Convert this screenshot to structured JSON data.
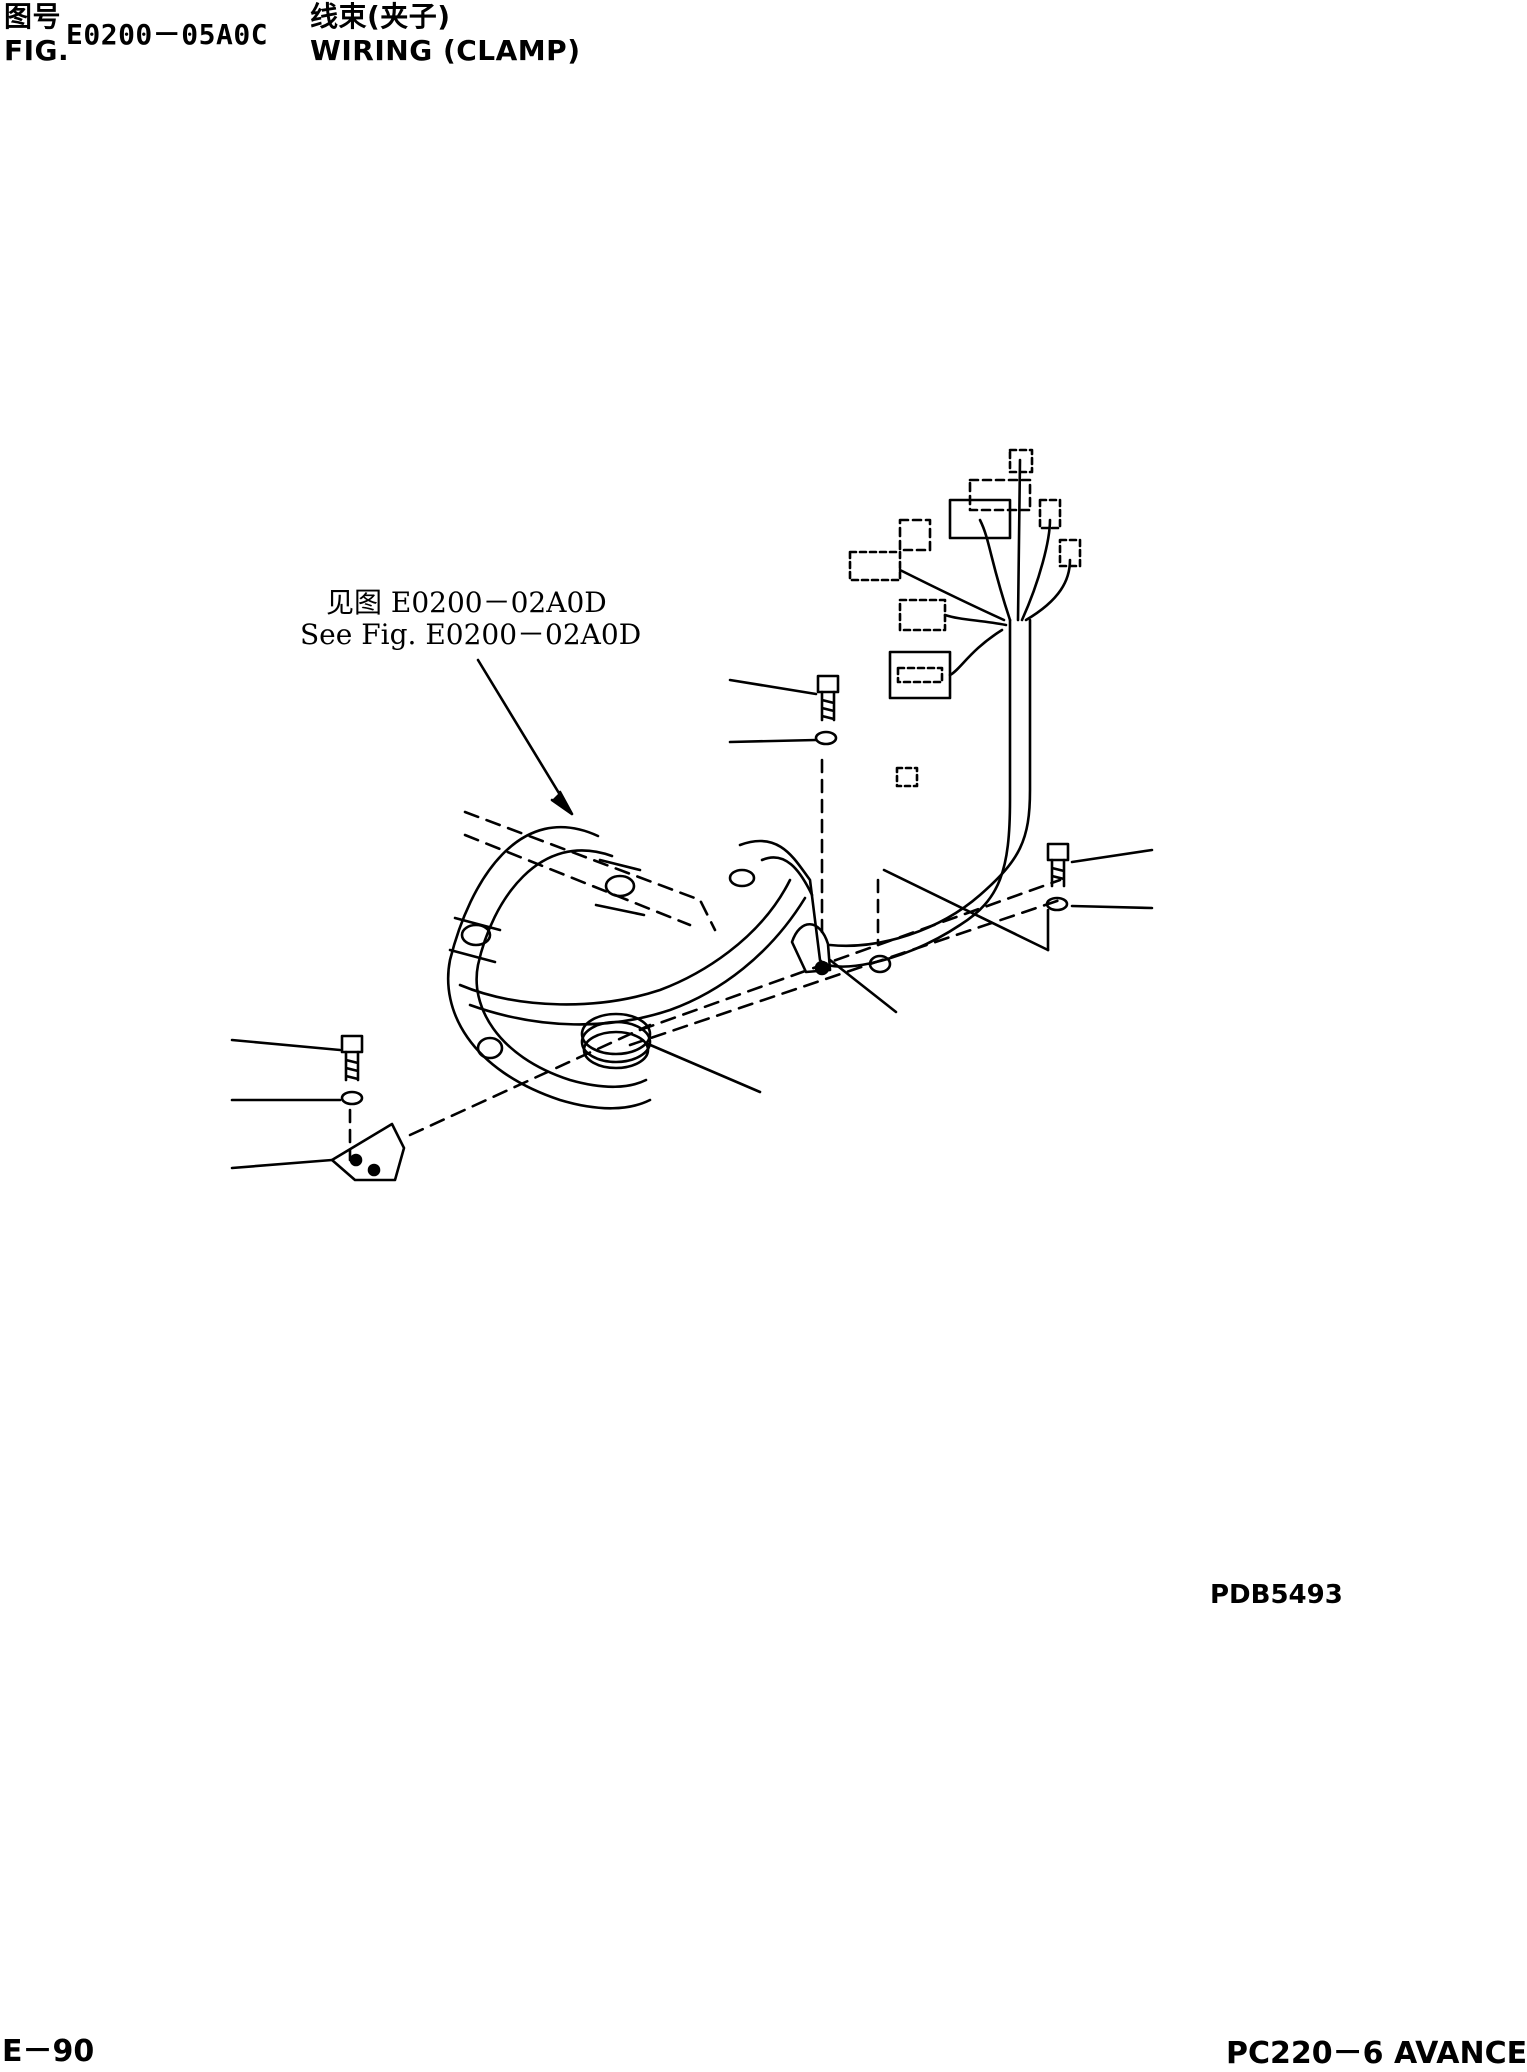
{
  "header": {
    "fig_label_cn": "图号",
    "fig_label_en": "FIG.",
    "fig_number": "E0200－05A0C",
    "title_cn": "线束(夹子)",
    "title_en": "WIRING (CLAMP)"
  },
  "note": {
    "line_cn": "见图 E0200－02A0D",
    "line_en": "See Fig. E0200－02A0D"
  },
  "drawing_code": "PDB5493",
  "footer": {
    "page": "E－90",
    "model": "PC220－6 AVANCE"
  },
  "colors": {
    "ink": "#000000",
    "paper": "#ffffff"
  }
}
